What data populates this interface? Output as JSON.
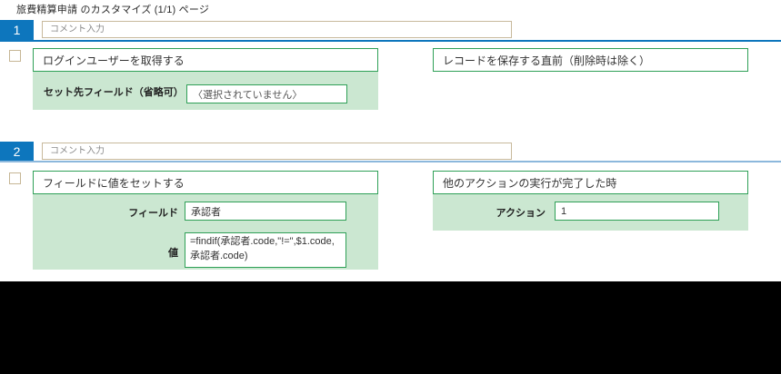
{
  "page": {
    "title": "旅費精算申請 のカスタマイズ (1/1) ページ"
  },
  "colors": {
    "accent_blue": "#0d76bd",
    "divider_blue_light": "#8cb8dc",
    "green_border": "#2fa057",
    "green_panel_bg": "#cbe7d1",
    "tan_border": "#c8b99c",
    "footer_black": "#000000"
  },
  "steps": [
    {
      "number": "1",
      "comment_placeholder": "コメント入力",
      "action": {
        "title": "ログインユーザーを取得する",
        "fields": [
          {
            "label": "セット先フィールド（省略可）",
            "value": "〈選択されていません〉",
            "type": "select"
          }
        ]
      },
      "trigger": {
        "title": "レコードを保存する直前（削除時は除く）",
        "fields": []
      }
    },
    {
      "number": "2",
      "comment_placeholder": "コメント入力",
      "action": {
        "title": "フィールドに値をセットする",
        "fields": [
          {
            "label": "フィールド",
            "value": "承認者",
            "type": "text"
          },
          {
            "label": "値",
            "value": "=findif(承認者.code,\"!=\",$1.code,承認者.code)",
            "type": "textarea"
          }
        ]
      },
      "trigger": {
        "title": "他のアクションの実行が完了した時",
        "fields": [
          {
            "label": "アクション",
            "value": "1",
            "type": "text"
          }
        ]
      }
    }
  ]
}
